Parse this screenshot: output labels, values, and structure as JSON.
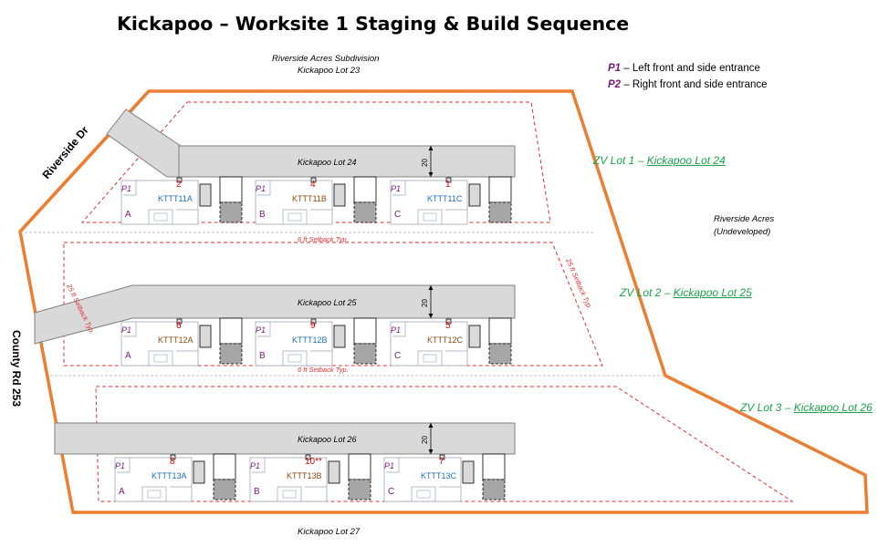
{
  "title": "Kickapoo – Worksite 1 Staging & Build Sequence",
  "top_note": {
    "line1": "Riverside Acres Subdivision",
    "line2": "Kickapoo Lot 23"
  },
  "bottom_note": "Kickapoo Lot 27",
  "legend": {
    "p1_key": "P1",
    "p1_text": " – Left front and side entrance",
    "p2_key": "P2",
    "p2_text": " – Right front and side entrance"
  },
  "side_note": {
    "line1": "Riverside Acres",
    "line2": "(Undeveloped)"
  },
  "zv_lots": [
    {
      "prefix": "ZV Lot 1 – ",
      "link": "Kickapoo Lot 24"
    },
    {
      "prefix": "ZV Lot 2 – ",
      "link": "Kickapoo Lot 25"
    },
    {
      "prefix": "ZV Lot 3 – ",
      "link": "Kickapoo Lot 26"
    }
  ],
  "roads": {
    "riverside": "Riverside Dr",
    "county": "County Rd 253"
  },
  "setback": {
    "six_ft": "6 ft Setback Typ.",
    "twenty_five_ft": "25 ft Setback Typ."
  },
  "dimension": "20",
  "colors": {
    "boundary": "#ed7d31",
    "setback": "#e03030",
    "road": "#d9d9d9",
    "blue_label": "#1f6fb8",
    "brown_label": "#8a4a10",
    "purple": "#7a1a7a",
    "red": "#e00000",
    "green": "#1aa34a"
  },
  "rows": [
    {
      "road_label": "Kickapoo Lot 24",
      "units": [
        {
          "p": "P1",
          "letter": "A",
          "id": "KTTT11A",
          "id_color": "blue",
          "seq": "2"
        },
        {
          "p": "P1",
          "letter": "B",
          "id": "KTTT11B",
          "id_color": "brown",
          "seq": "4"
        },
        {
          "p": "P1",
          "letter": "C",
          "id": "KTTT11C",
          "id_color": "blue",
          "seq": "1"
        }
      ]
    },
    {
      "road_label": "Kickapoo Lot 25",
      "units": [
        {
          "p": "P1",
          "letter": "A",
          "id": "KTTT12A",
          "id_color": "brown",
          "seq": "6"
        },
        {
          "p": "P1",
          "letter": "B",
          "id": "KTTT12B",
          "id_color": "blue",
          "seq": "9"
        },
        {
          "p": "P1",
          "letter": "C",
          "id": "KTTT12C",
          "id_color": "brown",
          "seq": "5"
        }
      ]
    },
    {
      "road_label": "Kickapoo Lot 26",
      "units": [
        {
          "p": "P1",
          "letter": "A",
          "id": "KTTT13A",
          "id_color": "blue",
          "seq": "8"
        },
        {
          "p": "P1",
          "letter": "B",
          "id": "KTTT13B",
          "id_color": "brown",
          "seq": "10**"
        },
        {
          "p": "P1",
          "letter": "C",
          "id": "KTTT13C",
          "id_color": "blue",
          "seq": "7"
        }
      ]
    }
  ]
}
